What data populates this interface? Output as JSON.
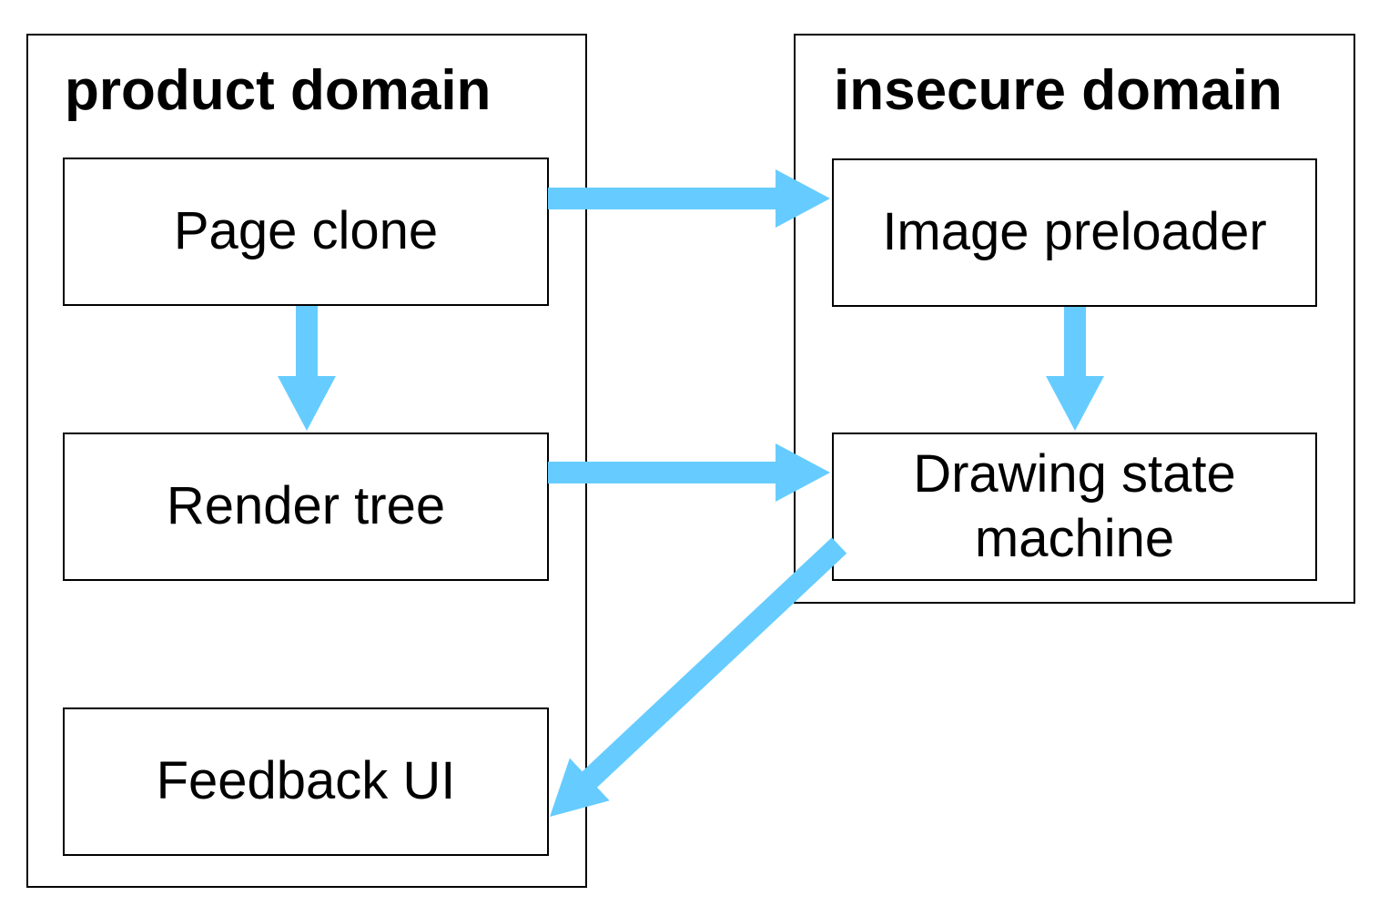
{
  "colors": {
    "arrow": "#66ccff",
    "border": "#000000",
    "background": "#ffffff",
    "text": "#000000"
  },
  "domains": [
    {
      "id": "product",
      "title": "product domain",
      "nodes": [
        {
          "id": "page-clone",
          "label": "Page clone"
        },
        {
          "id": "render-tree",
          "label": "Render tree"
        },
        {
          "id": "feedback-ui",
          "label": "Feedback UI"
        }
      ]
    },
    {
      "id": "insecure",
      "title": "insecure domain",
      "nodes": [
        {
          "id": "image-preloader",
          "label": "Image preloader"
        },
        {
          "id": "drawing-state-machine",
          "label": "Drawing state\nmachine"
        }
      ]
    }
  ],
  "edges": [
    {
      "from": "page-clone",
      "to": "image-preloader"
    },
    {
      "from": "page-clone",
      "to": "render-tree"
    },
    {
      "from": "render-tree",
      "to": "drawing-state-machine"
    },
    {
      "from": "image-preloader",
      "to": "drawing-state-machine"
    },
    {
      "from": "drawing-state-machine",
      "to": "feedback-ui"
    }
  ]
}
